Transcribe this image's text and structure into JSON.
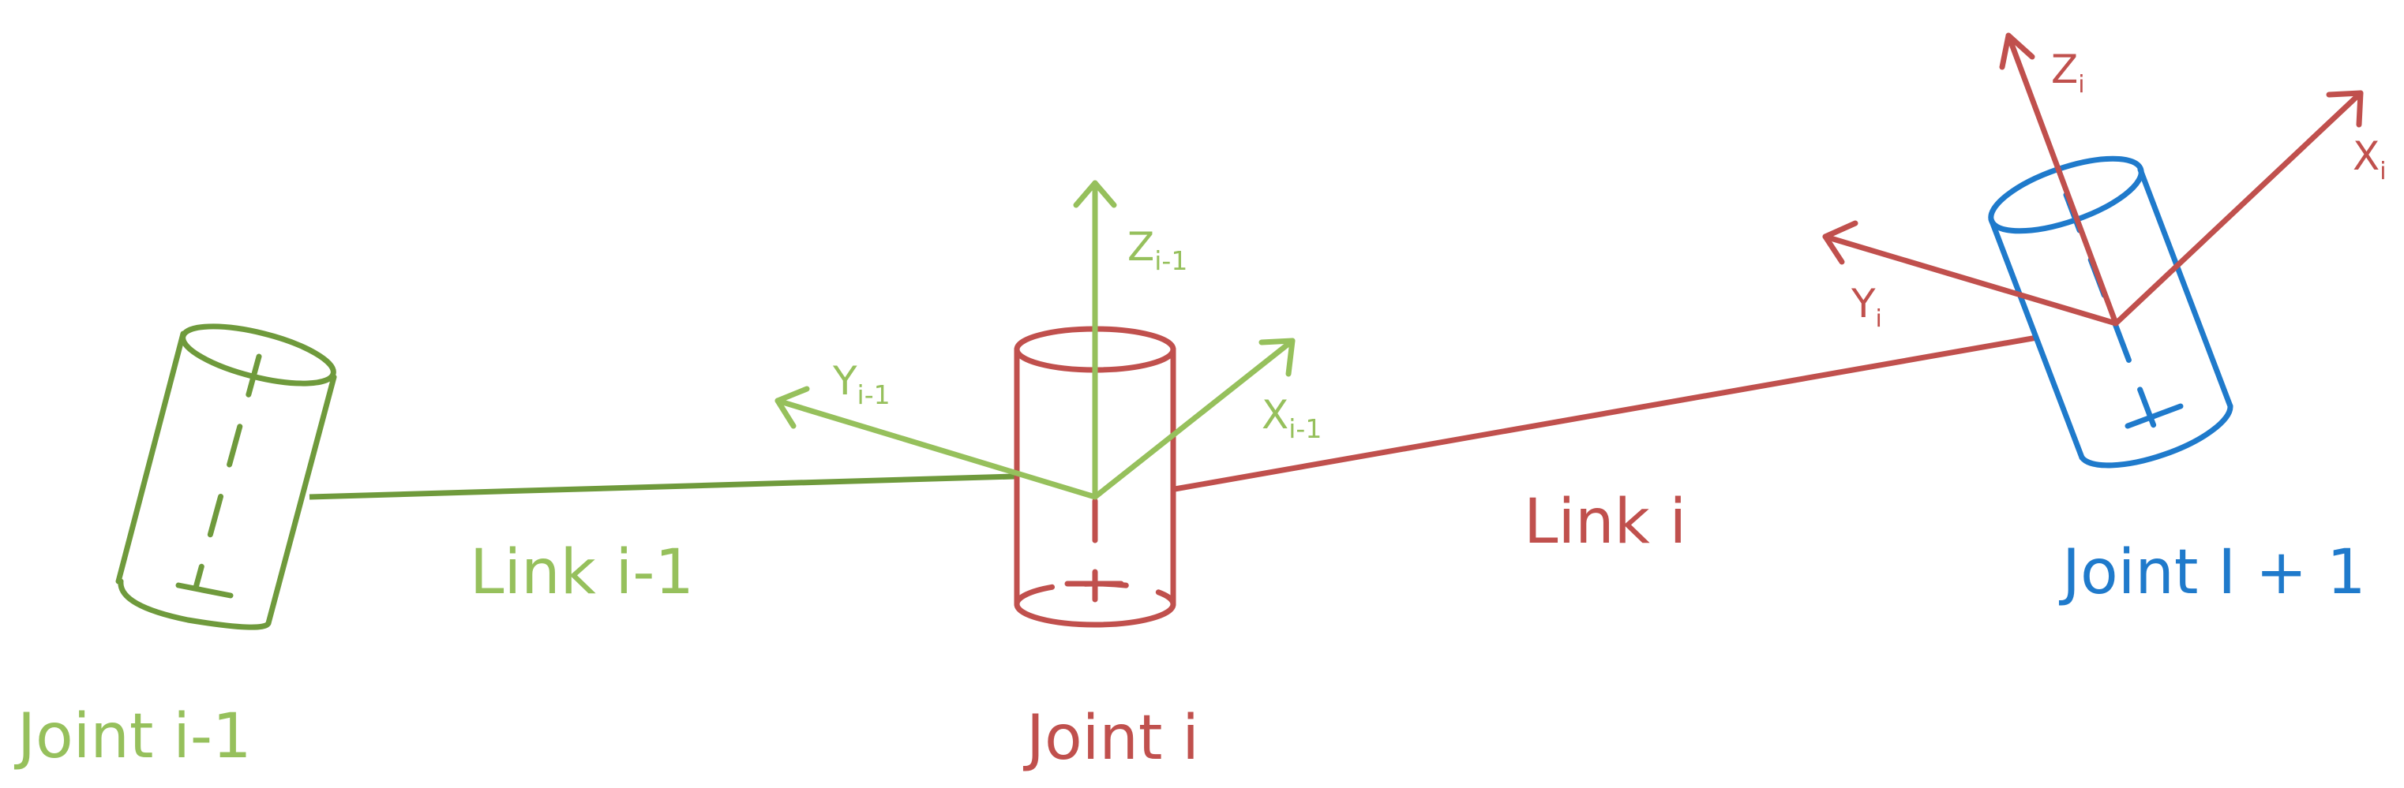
{
  "colors": {
    "olive_green": "#6f9a3c",
    "light_green": "#96c05c",
    "red": "#c0504d",
    "blue": "#1f7acb"
  },
  "labels": {
    "joint_prev": "Joint i-1",
    "joint_curr": "Joint i",
    "joint_next": "Joint I + 1",
    "link_prev": "Link i-1",
    "link_curr": "Link i"
  },
  "frames": {
    "prev": {
      "z": "Z",
      "y": "Y",
      "x": "X",
      "subscript": "i-1"
    },
    "curr": {
      "z": "Z",
      "y": "Y",
      "x": "X",
      "subscript": "i"
    }
  }
}
